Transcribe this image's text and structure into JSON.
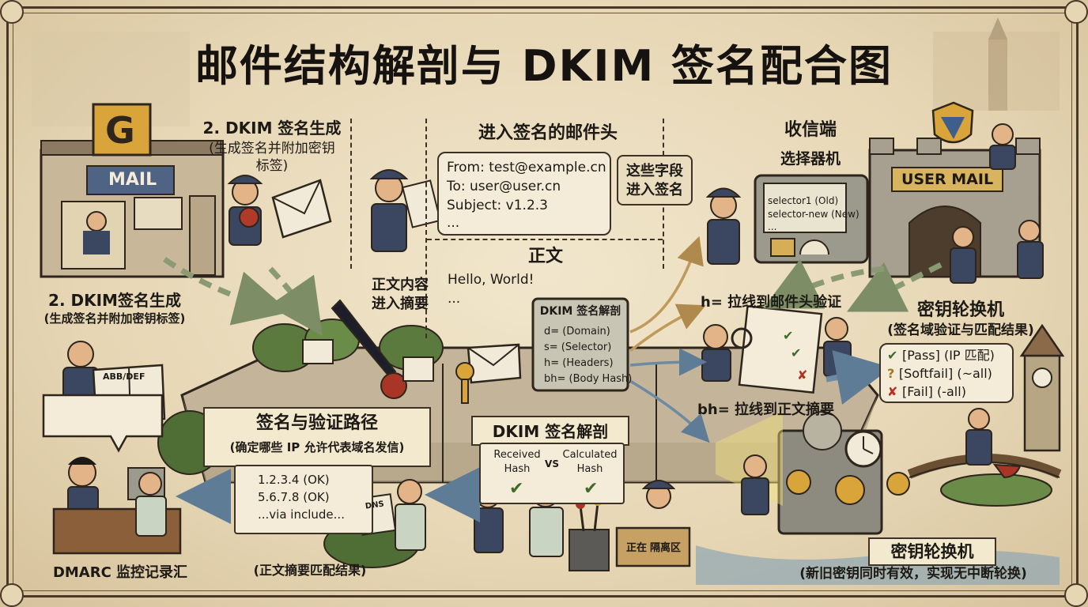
{
  "title": "邮件结构解剖与 DKIM 签名配合图",
  "mail_building": {
    "logo": "G",
    "sign": "MAIL"
  },
  "dkim_gen_top": {
    "heading": "2. DKIM 签名生成",
    "sub_line1": "(生成签名并附加密钥",
    "sub_line2": "标签)"
  },
  "dkim_gen_left": {
    "heading": "2. DKIM签名生成",
    "sub": "(生成签名并附加密钥标签)"
  },
  "headers_section": {
    "heading": "进入签名的邮件头",
    "lines": [
      "From: test@example.cn",
      "To: user@user.cn",
      "Subject: v1.2.3",
      "..."
    ],
    "bubble_line1": "这些字段",
    "bubble_line2": "进入签名"
  },
  "body_section": {
    "heading": "正文",
    "lines": [
      "Hello, World!",
      "..."
    ],
    "note_line1": "正文内容",
    "note_line2": "进入摘要"
  },
  "dkim_sign_card": {
    "heading": "DKIM 签名解剖",
    "fields": [
      "d= (Domain)",
      "s= (Selector)",
      "h= (Headers)",
      "bh= (Body Hash)"
    ]
  },
  "receiver": {
    "heading": "收信端",
    "selector_title": "选择器机",
    "screen_lines": [
      "selector1 (Old)",
      "selector-new (New)",
      "..."
    ]
  },
  "castle": {
    "sign": "USER MAIL"
  },
  "h_arrow_label": "h= 拉线到邮件头验证",
  "bh_arrow_label": "bh= 拉线到正文摘要",
  "key_rotation_top": {
    "heading": "密钥轮换机",
    "sub": "(签名域验证与匹配结果)",
    "results": [
      {
        "icon": "✔",
        "text": "[Pass] (IP 匹配)",
        "color": "#3f6b2a"
      },
      {
        "icon": "?",
        "text": "[Softfail] (~all)",
        "color": "#a07a1c"
      },
      {
        "icon": "✘",
        "text": "[Fail] (-all)",
        "color": "#b53022"
      }
    ]
  },
  "verification_path": {
    "heading": "签名与验证路径",
    "sub": "(确定哪些 IP 允许代表域名发信)",
    "ip_lines": [
      "1.2.3.4 (OK)",
      "5.6.7.8 (OK)",
      "...via include..."
    ],
    "caption": "(正文摘要匹配结果)",
    "dns_tag": "DNS"
  },
  "dkim_anatomy": {
    "heading": "DKIM 签名解剖",
    "received_line1": "Received",
    "received_line2": "Hash",
    "vs": "VS",
    "calculated_line1": "Calculated",
    "calculated_line2": "Hash",
    "tray_left": "正在",
    "tray_right": "隔离区"
  },
  "key_rotation_bottom": {
    "heading": "密钥轮换机",
    "sub": "(新旧密钥同时有效，实现无中断轮换)"
  },
  "dmarc": {
    "caption": "DMARC 监控记录汇",
    "ledger_label": "ABB/DEF"
  },
  "colors": {
    "ink": "#1d1a16",
    "paper": "#e9dcbf",
    "arrow_green": "#8a9a73",
    "arrow_blue": "#6d8aa3",
    "arrow_tan": "#bf9a5a",
    "uniform": "#3b4660"
  }
}
